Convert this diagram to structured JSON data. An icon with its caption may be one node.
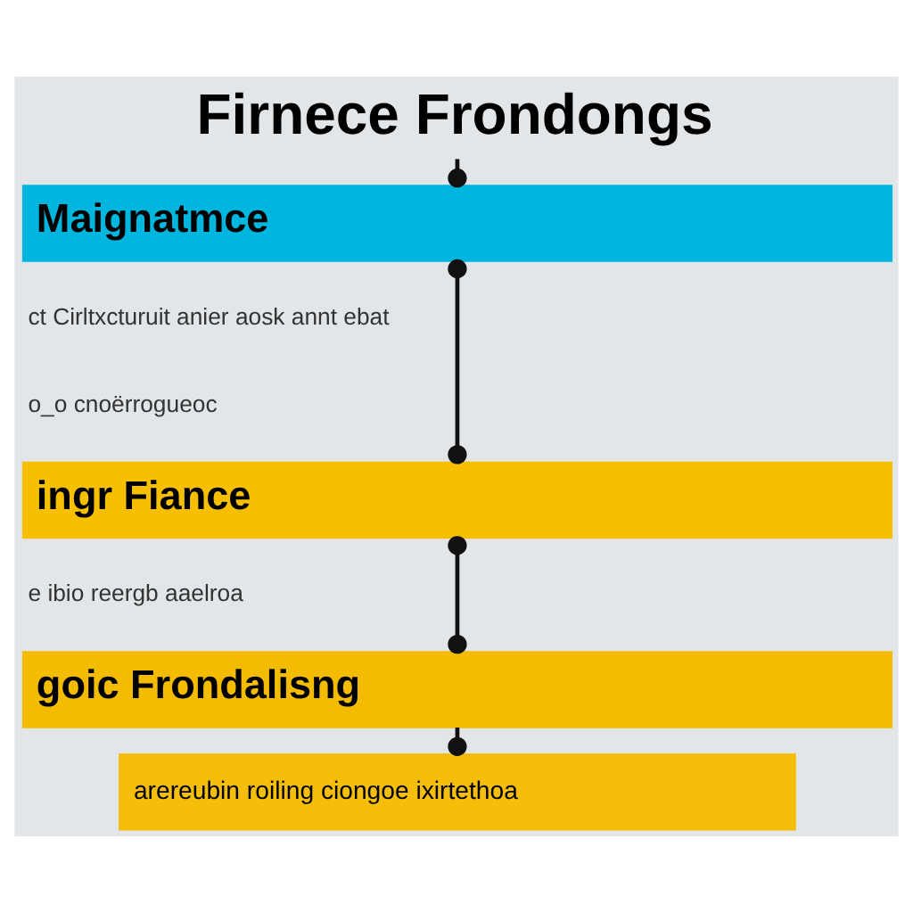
{
  "diagram": {
    "nodes": [
      {
        "text": [
          "Firnece Frondongs"
        ]
      },
      {
        "text": [
          "Maignatmce"
        ]
      },
      {
        "text": [
          "ingr Fiance"
        ]
      },
      {
        "text": [
          "goic Frondalisng"
        ]
      },
      {
        "text": [
          "arereubin roiling ciongoe ixirtethoa"
        ]
      }
    ],
    "edges": [
      {
        "from": 0,
        "to": 1,
        "arrow": "other"
      },
      {
        "from": 1,
        "to": 2,
        "arrow": "other"
      },
      {
        "from": 2,
        "to": 3,
        "arrow": "other"
      },
      {
        "from": 3,
        "to": 4,
        "arrow": "other"
      }
    ],
    "labels": [
      "ct Cirltxcturuit anier aosk annt ebat",
      "o_o cnoërrogueoc",
      "e ibio reergb aaelroa"
    ]
  }
}
